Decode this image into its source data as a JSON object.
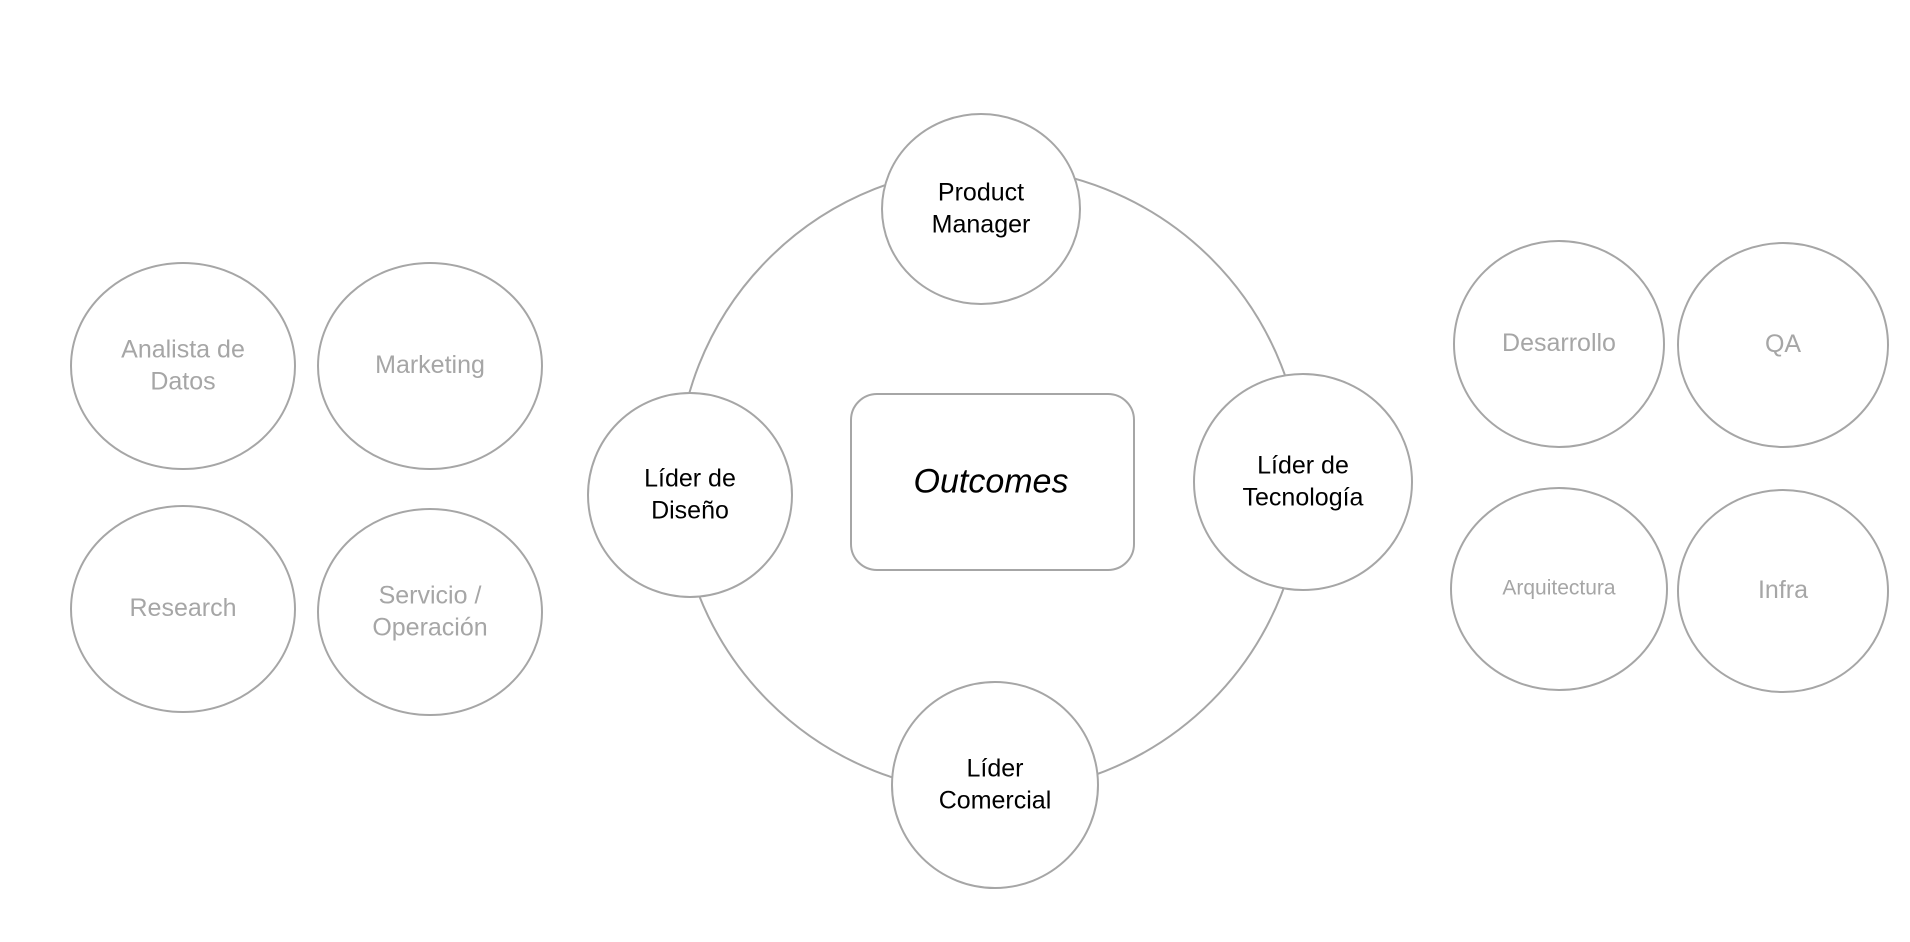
{
  "colors": {
    "background": "#ffffff",
    "outline": "#a6a6a6",
    "primary_text": "#000000",
    "secondary_text": "#a6a6a6"
  },
  "center": {
    "label": "Outcomes"
  },
  "core_roles": {
    "product_manager": [
      "Product",
      "Manager"
    ],
    "design_lead": [
      "Líder de",
      "Diseño"
    ],
    "tech_lead": [
      "Líder de",
      "Tecnología"
    ],
    "commercial_lead": [
      "Líder",
      "Comercial"
    ]
  },
  "left_roles": {
    "data_analyst": [
      "Analista de",
      "Datos"
    ],
    "marketing": [
      "Marketing"
    ],
    "research": [
      "Research"
    ],
    "service_operation": [
      "Servicio /",
      "Operación"
    ]
  },
  "right_roles": {
    "development": [
      "Desarrollo"
    ],
    "qa": [
      "QA"
    ],
    "architecture": [
      "Arquitectura"
    ],
    "infra": [
      "Infra"
    ]
  }
}
